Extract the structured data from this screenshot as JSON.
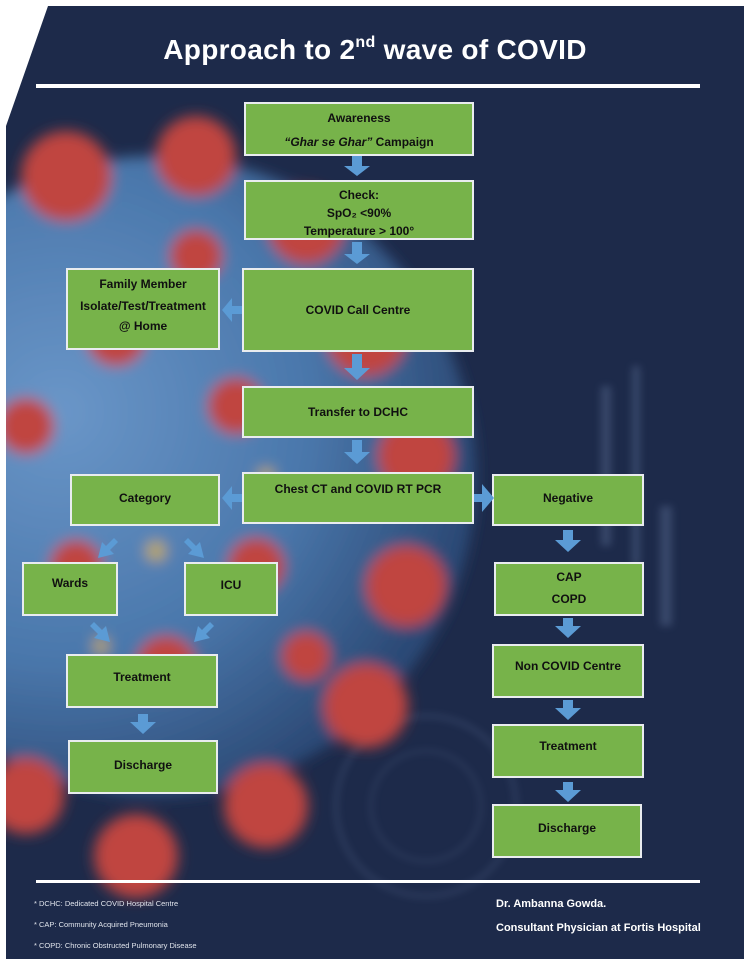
{
  "title": {
    "main": "Approach to 2",
    "sup": "nd",
    "rest": " wave of COVID"
  },
  "boxes": {
    "awareness": {
      "line1": "Awareness",
      "line2_italic": "“Ghar se Ghar”",
      "line2_rest": " Campaign"
    },
    "check": {
      "line1": "Check:",
      "line2": "SpO₂ <90%",
      "line3": "Temperature > 100°"
    },
    "call_centre": "COVID Call Centre",
    "family": {
      "line1": "Family Member",
      "line2": "Isolate/Test/Treatment",
      "line3": "@ Home"
    },
    "transfer": "Transfer to DCHC",
    "chest_ct": "Chest CT and COVID RT PCR",
    "category": "Category",
    "negative": "Negative",
    "wards": "Wards",
    "icu": "ICU",
    "cap_copd": {
      "line1": "CAP",
      "line2": "COPD"
    },
    "treatment_left": "Treatment",
    "non_covid": "Non COVID Centre",
    "discharge_left": "Discharge",
    "treatment_right": "Treatment",
    "discharge_right": "Discharge"
  },
  "footnotes": [
    "* DCHC: Dedicated COVID Hospital Centre",
    "* CAP: Community Acquired Pneumonia",
    "* COPD: Chronic Obstructed Pulmonary Disease"
  ],
  "author": {
    "name": "Dr. Ambanna Gowda.",
    "role": "Consultant Physician at Fortis Hospital"
  },
  "colors": {
    "box_fill": "#77b34a",
    "arrow": "#5b9bd5",
    "background": "#1d2a4a",
    "virus_spike": "#c0443f"
  },
  "icons": {
    "arrow": "arrow-icon",
    "virus": "virus-illustration"
  }
}
